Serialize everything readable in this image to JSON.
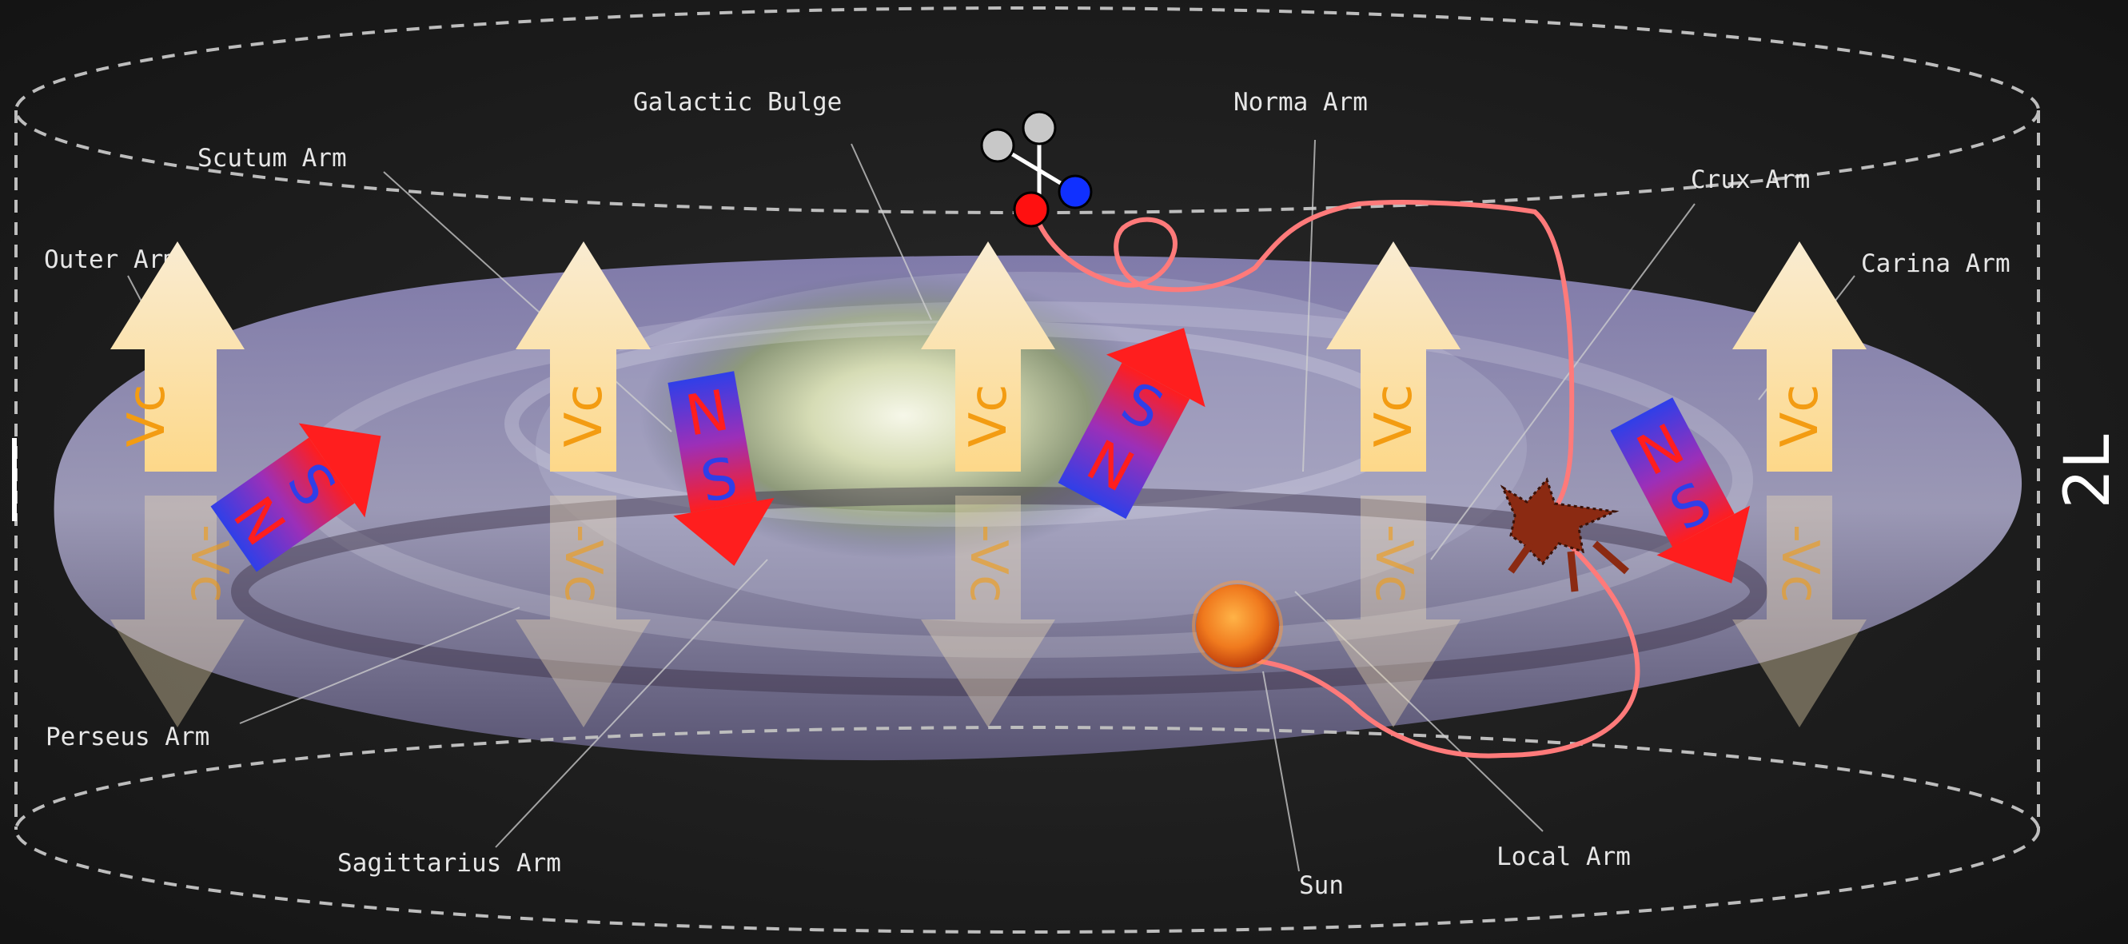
{
  "labels": {
    "galactic_bulge": "Galactic Bulge",
    "norma_arm": "Norma Arm",
    "scutum_arm": "Scutum Arm",
    "crux_arm": "Crux Arm",
    "outer_arm": "Outer Arm",
    "carina_arm": "Carina Arm",
    "perseus_arm": "Perseus Arm",
    "sagittarius_arm": "Sagittarius Arm",
    "sun": "Sun",
    "local_arm": "Local Arm"
  },
  "height_label": "2L",
  "velocity": {
    "up": "Vc",
    "down": "-Vc"
  },
  "magnet": {
    "north": "N",
    "south": "S"
  },
  "colors": {
    "background": "#1a1a1a",
    "arrow": "#fde7b4",
    "velocity_text": "#f39c12",
    "magnet_blue": "#2f3fe8",
    "magnet_red": "#ff1e1e",
    "particle_path": "#ff7a7a",
    "disk_outline": "#bdbdbd",
    "molecule_red": "#ff1010",
    "molecule_blue": "#1030ff",
    "molecule_grey": "#c8c8c8",
    "sun": "#e8641b",
    "supernova": "#8b2a12"
  },
  "icons": {
    "molecule": "molecule-icon",
    "sun": "sun-icon",
    "supernova": "supernova-icon"
  }
}
